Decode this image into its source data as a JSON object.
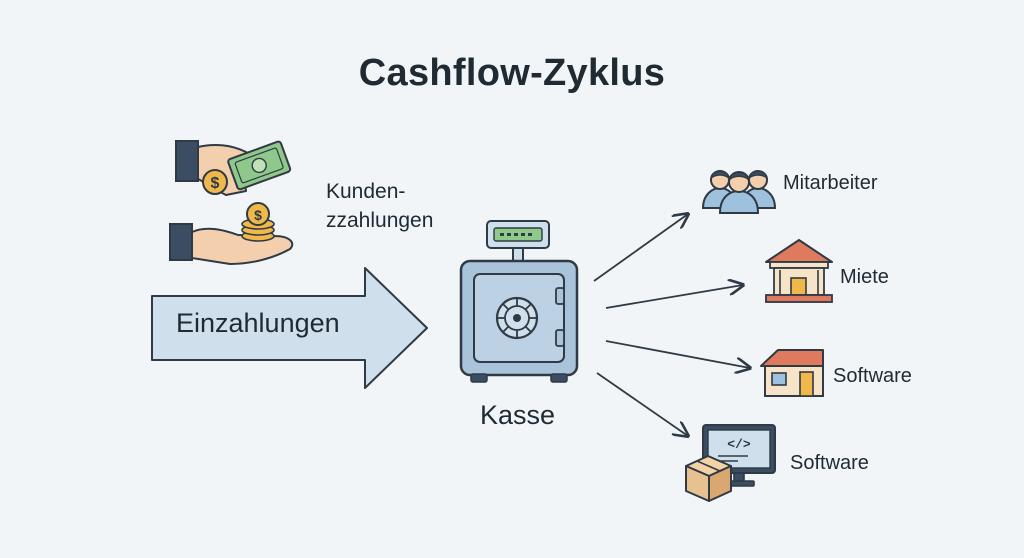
{
  "title": "Cashflow-Zyklus",
  "inflow": {
    "label_line1": "Kunden-",
    "label_line2": "zzahlungen",
    "arrow_label": "Einzahlungen"
  },
  "safe": {
    "label": "Kasse",
    "display_text": "-----"
  },
  "outflows": [
    {
      "label": "Mitarbeiter",
      "icon": "people-icon"
    },
    {
      "label": "Miete",
      "icon": "building-icon"
    },
    {
      "label": "Software",
      "icon": "house-icon"
    },
    {
      "label": "Software",
      "icon": "code-monitor-icon"
    }
  ],
  "colors": {
    "background": "#f1f5f8",
    "outline": "#2f3a44",
    "arrow_fill": "#cfe0ec",
    "safe_fill": "#a9c3da",
    "money_green": "#8ec88a",
    "coin_gold": "#f0b84a",
    "roof_red": "#e07a5f",
    "people_blue": "#9ec1de",
    "box_tan": "#e8c190"
  }
}
